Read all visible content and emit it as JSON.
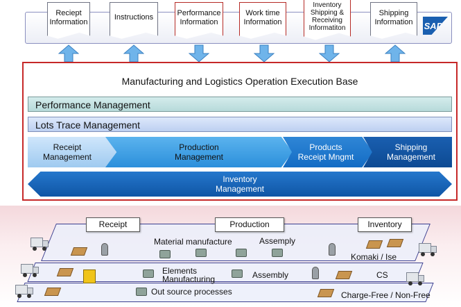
{
  "top_systems": [
    {
      "label": "Reciept\nInformation",
      "style": "gray",
      "direction": "up"
    },
    {
      "label": "Instructions",
      "style": "gray",
      "direction": "up"
    },
    {
      "label": "Performance\nInformation",
      "style": "red",
      "direction": "down"
    },
    {
      "label": "Work time\nInformation",
      "style": "red",
      "direction": "down"
    },
    {
      "label": "Inventory\nShipping &\nReceiving\nInformatiton",
      "style": "red",
      "direction": "down"
    },
    {
      "label": "Shipping\nInformation",
      "style": "gray",
      "direction": "up"
    }
  ],
  "sap_logo": "SAP",
  "base": {
    "title": "Manufacturing and Logistics Operation Execution Base",
    "performance": "Performance Management",
    "lots": "Lots Trace Management",
    "stages": [
      {
        "label": "Receipt\nManagement"
      },
      {
        "label": "Production\nManagement"
      },
      {
        "label": "Products\nReceipt Mngmt"
      },
      {
        "label": "Shipping\nManagement"
      }
    ],
    "inventory": "Inventory\nManagement"
  },
  "floor": {
    "tags": {
      "receipt": "Receipt",
      "production": "Production",
      "inventory": "Inventory"
    },
    "labels": {
      "material_manufacture": "Material manufacture",
      "assembly_top": "Assemply",
      "elements": "Elements\nManufacturing",
      "assembly_mid": "Assembly",
      "outsource": "Out source processes",
      "komaki": "Komaki / Ise",
      "cs": "CS",
      "charge": "Charge-Free / Non-Free"
    }
  },
  "colors": {
    "arrow_blue": "#5aa9e6",
    "frame_red": "#c62828",
    "dark_blue": "#0d4a93"
  }
}
